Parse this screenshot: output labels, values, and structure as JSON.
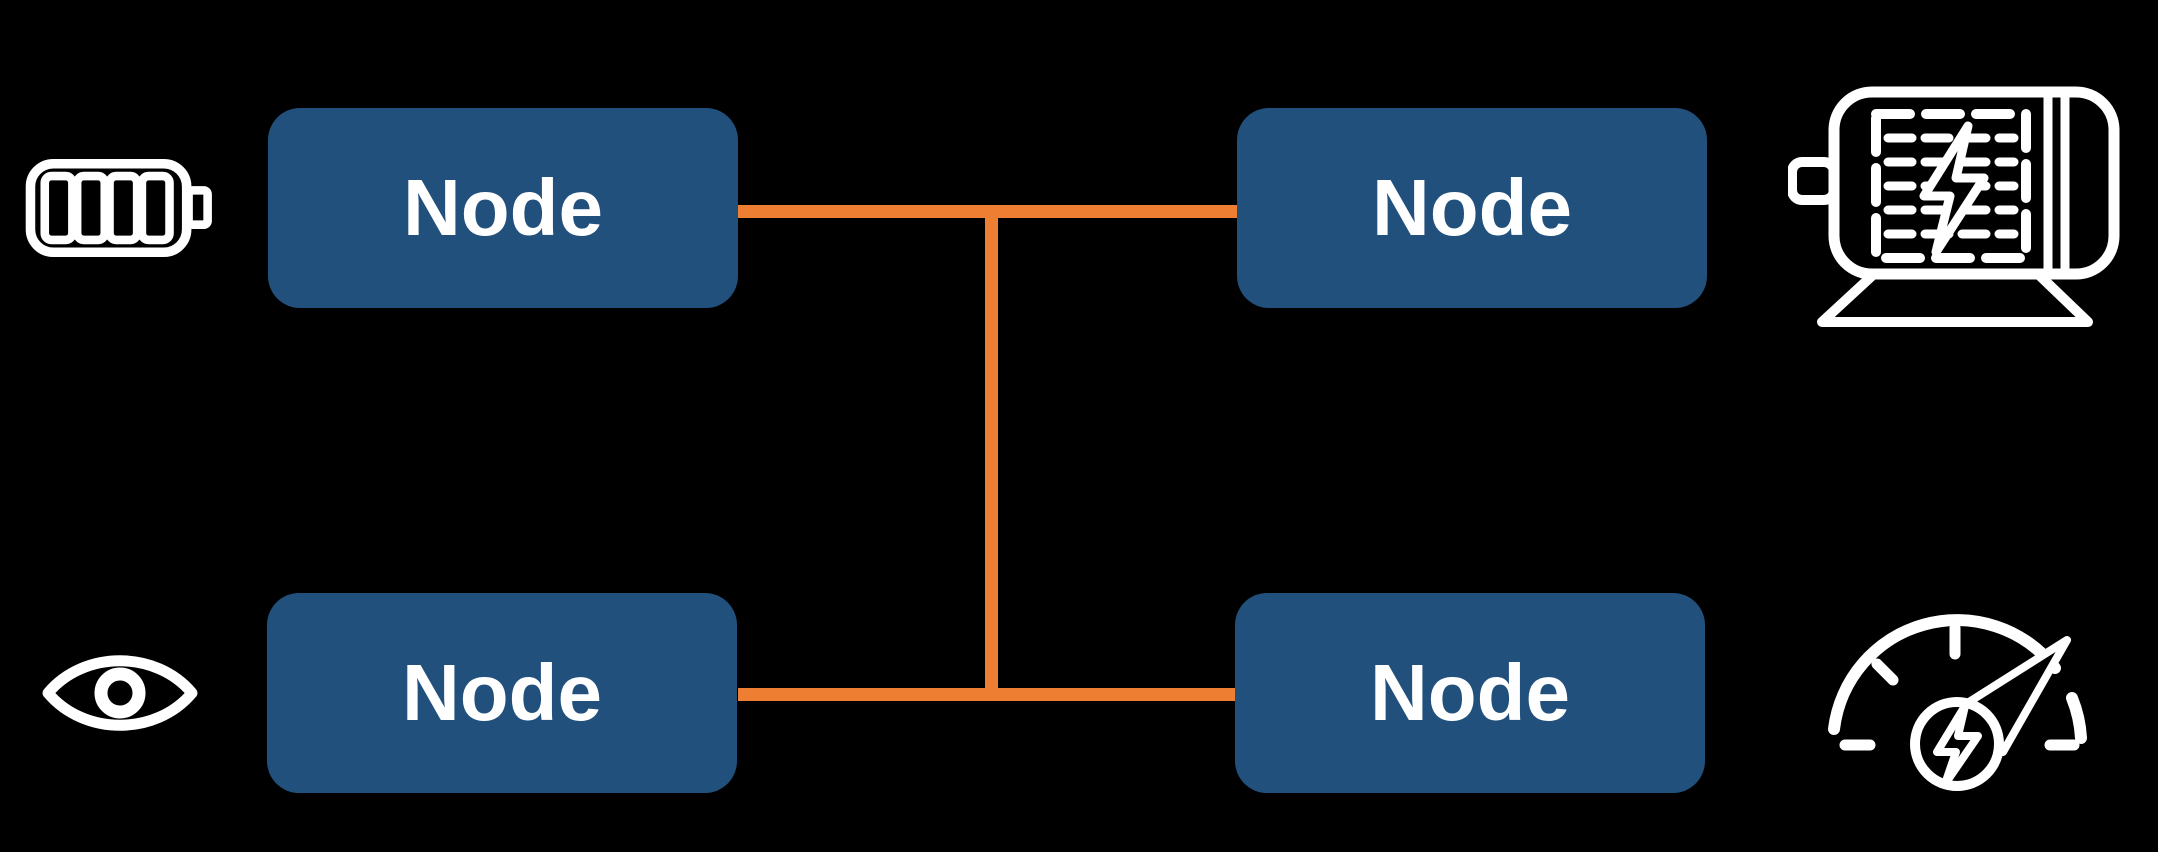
{
  "colors": {
    "background": "#000000",
    "node_fill": "#21507C",
    "connector": "#EE7F32",
    "icon": "#FFFFFF",
    "node_text": "#FFFFFF"
  },
  "nodes": [
    {
      "position": "top-left",
      "label": "Node"
    },
    {
      "position": "top-right",
      "label": "Node"
    },
    {
      "position": "bottom-left",
      "label": "Node"
    },
    {
      "position": "bottom-right",
      "label": "Node"
    }
  ],
  "icons": {
    "left_top": "battery-icon",
    "left_bottom": "eye-icon",
    "right_top": "electric-motor-icon",
    "right_bottom": "speedometer-bolt-icon"
  }
}
